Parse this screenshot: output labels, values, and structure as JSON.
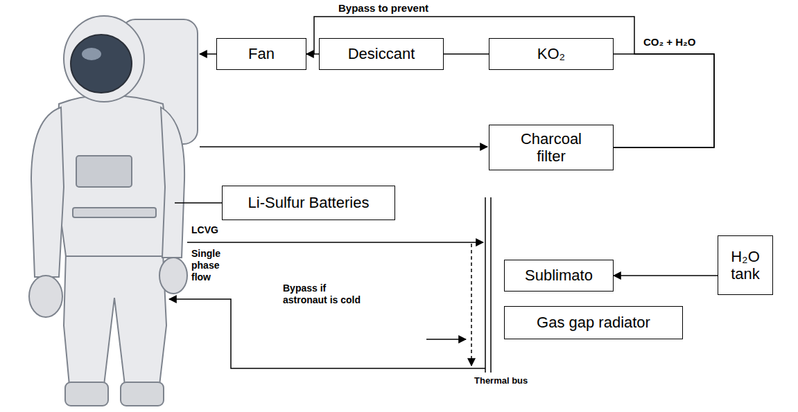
{
  "diagram": {
    "nodes": [
      {
        "text": [
          "Fan"
        ]
      },
      {
        "text": [
          "Desiccant"
        ]
      },
      {
        "text": [
          "KO₂"
        ]
      },
      {
        "text": [
          "Charcoal filter"
        ]
      },
      {
        "text": [
          "Li-Sulfur Batteries"
        ]
      },
      {
        "text": [
          "Sublimato"
        ]
      },
      {
        "text": [
          "H₂O tank"
        ]
      },
      {
        "text": [
          "Gas gap radiator"
        ]
      }
    ],
    "edges": [
      {
        "from": 3,
        "to": 2,
        "arrow": "none",
        "label": "CO₂ + H₂O"
      },
      {
        "from": 2,
        "to": 1,
        "arrow": "none"
      },
      {
        "from": 1,
        "to": 0,
        "arrow": "none"
      },
      {
        "from": 3,
        "to": 0,
        "arrow": "to",
        "label": "Bypass to prevent"
      },
      {
        "from": 6,
        "to": 5,
        "arrow": "to"
      }
    ],
    "labels": [
      "LCVG",
      "Single phase flow",
      "Bypass if astronaut is cold",
      "Thermal bus"
    ]
  }
}
